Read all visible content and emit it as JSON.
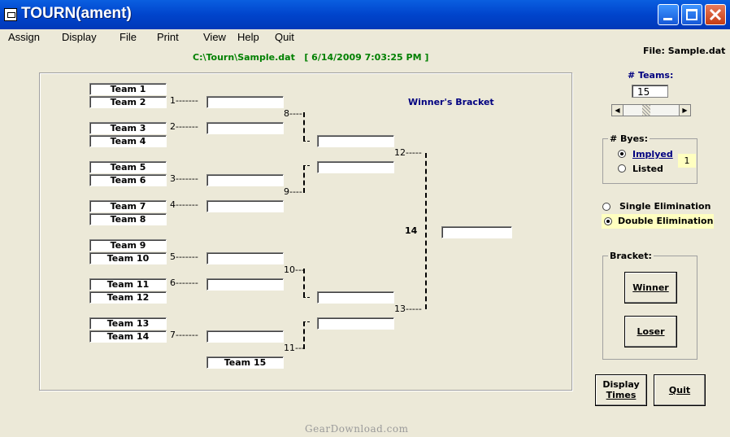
{
  "window": {
    "title": "TOURN(ament)"
  },
  "menu": [
    "Assign",
    "Display",
    "File",
    "Print",
    "View",
    "Help",
    "Quit"
  ],
  "status": {
    "path_line": "C:\\Tourn\\Sample.dat   [ 6/14/2009 7:03:25 PM ]",
    "file_label": "File: Sample.dat"
  },
  "bracket": {
    "title": "Winner's Bracket",
    "teams": [
      "Team 1",
      "Team 2",
      "Team 3",
      "Team 4",
      "Team 5",
      "Team 6",
      "Team 7",
      "Team 8",
      "Team 9",
      "Team 10",
      "Team 11",
      "Team 12",
      "Team 13",
      "Team 14"
    ],
    "bye_team": "Team 15",
    "games": {
      "g1": "1-------",
      "g2": "2-------",
      "g3": "3-------",
      "g4": "4-------",
      "g5": "5-------",
      "g6": "6-------",
      "g7": "7-------",
      "g8": "8----",
      "g9": "9----",
      "g10": "10---",
      "g11": "11---",
      "g12": "12-----",
      "g13": "13-----",
      "g14": "14"
    }
  },
  "settings": {
    "teams_label": "# Teams:",
    "teams_value": "15",
    "byes_label": "# Byes:",
    "byes_options": [
      "Implyed",
      "Listed"
    ],
    "byes_selected": "Implyed",
    "byes_count": "1",
    "elimination_options": [
      "Single Elimination",
      "Double Elimination"
    ],
    "elimination_selected": "Double Elimination"
  },
  "bracket_group": {
    "label": "Bracket:",
    "winner_button": "Winner",
    "loser_button": "Loser"
  },
  "buttons": {
    "display_times_1": "Display",
    "display_times_2": "Times",
    "quit": "Quit"
  },
  "watermark": "GearDownload.com",
  "colors": {
    "title_bar": "#0044cc",
    "path_text": "#008000",
    "label_blue": "#000080",
    "highlight": "#ffffc0"
  }
}
